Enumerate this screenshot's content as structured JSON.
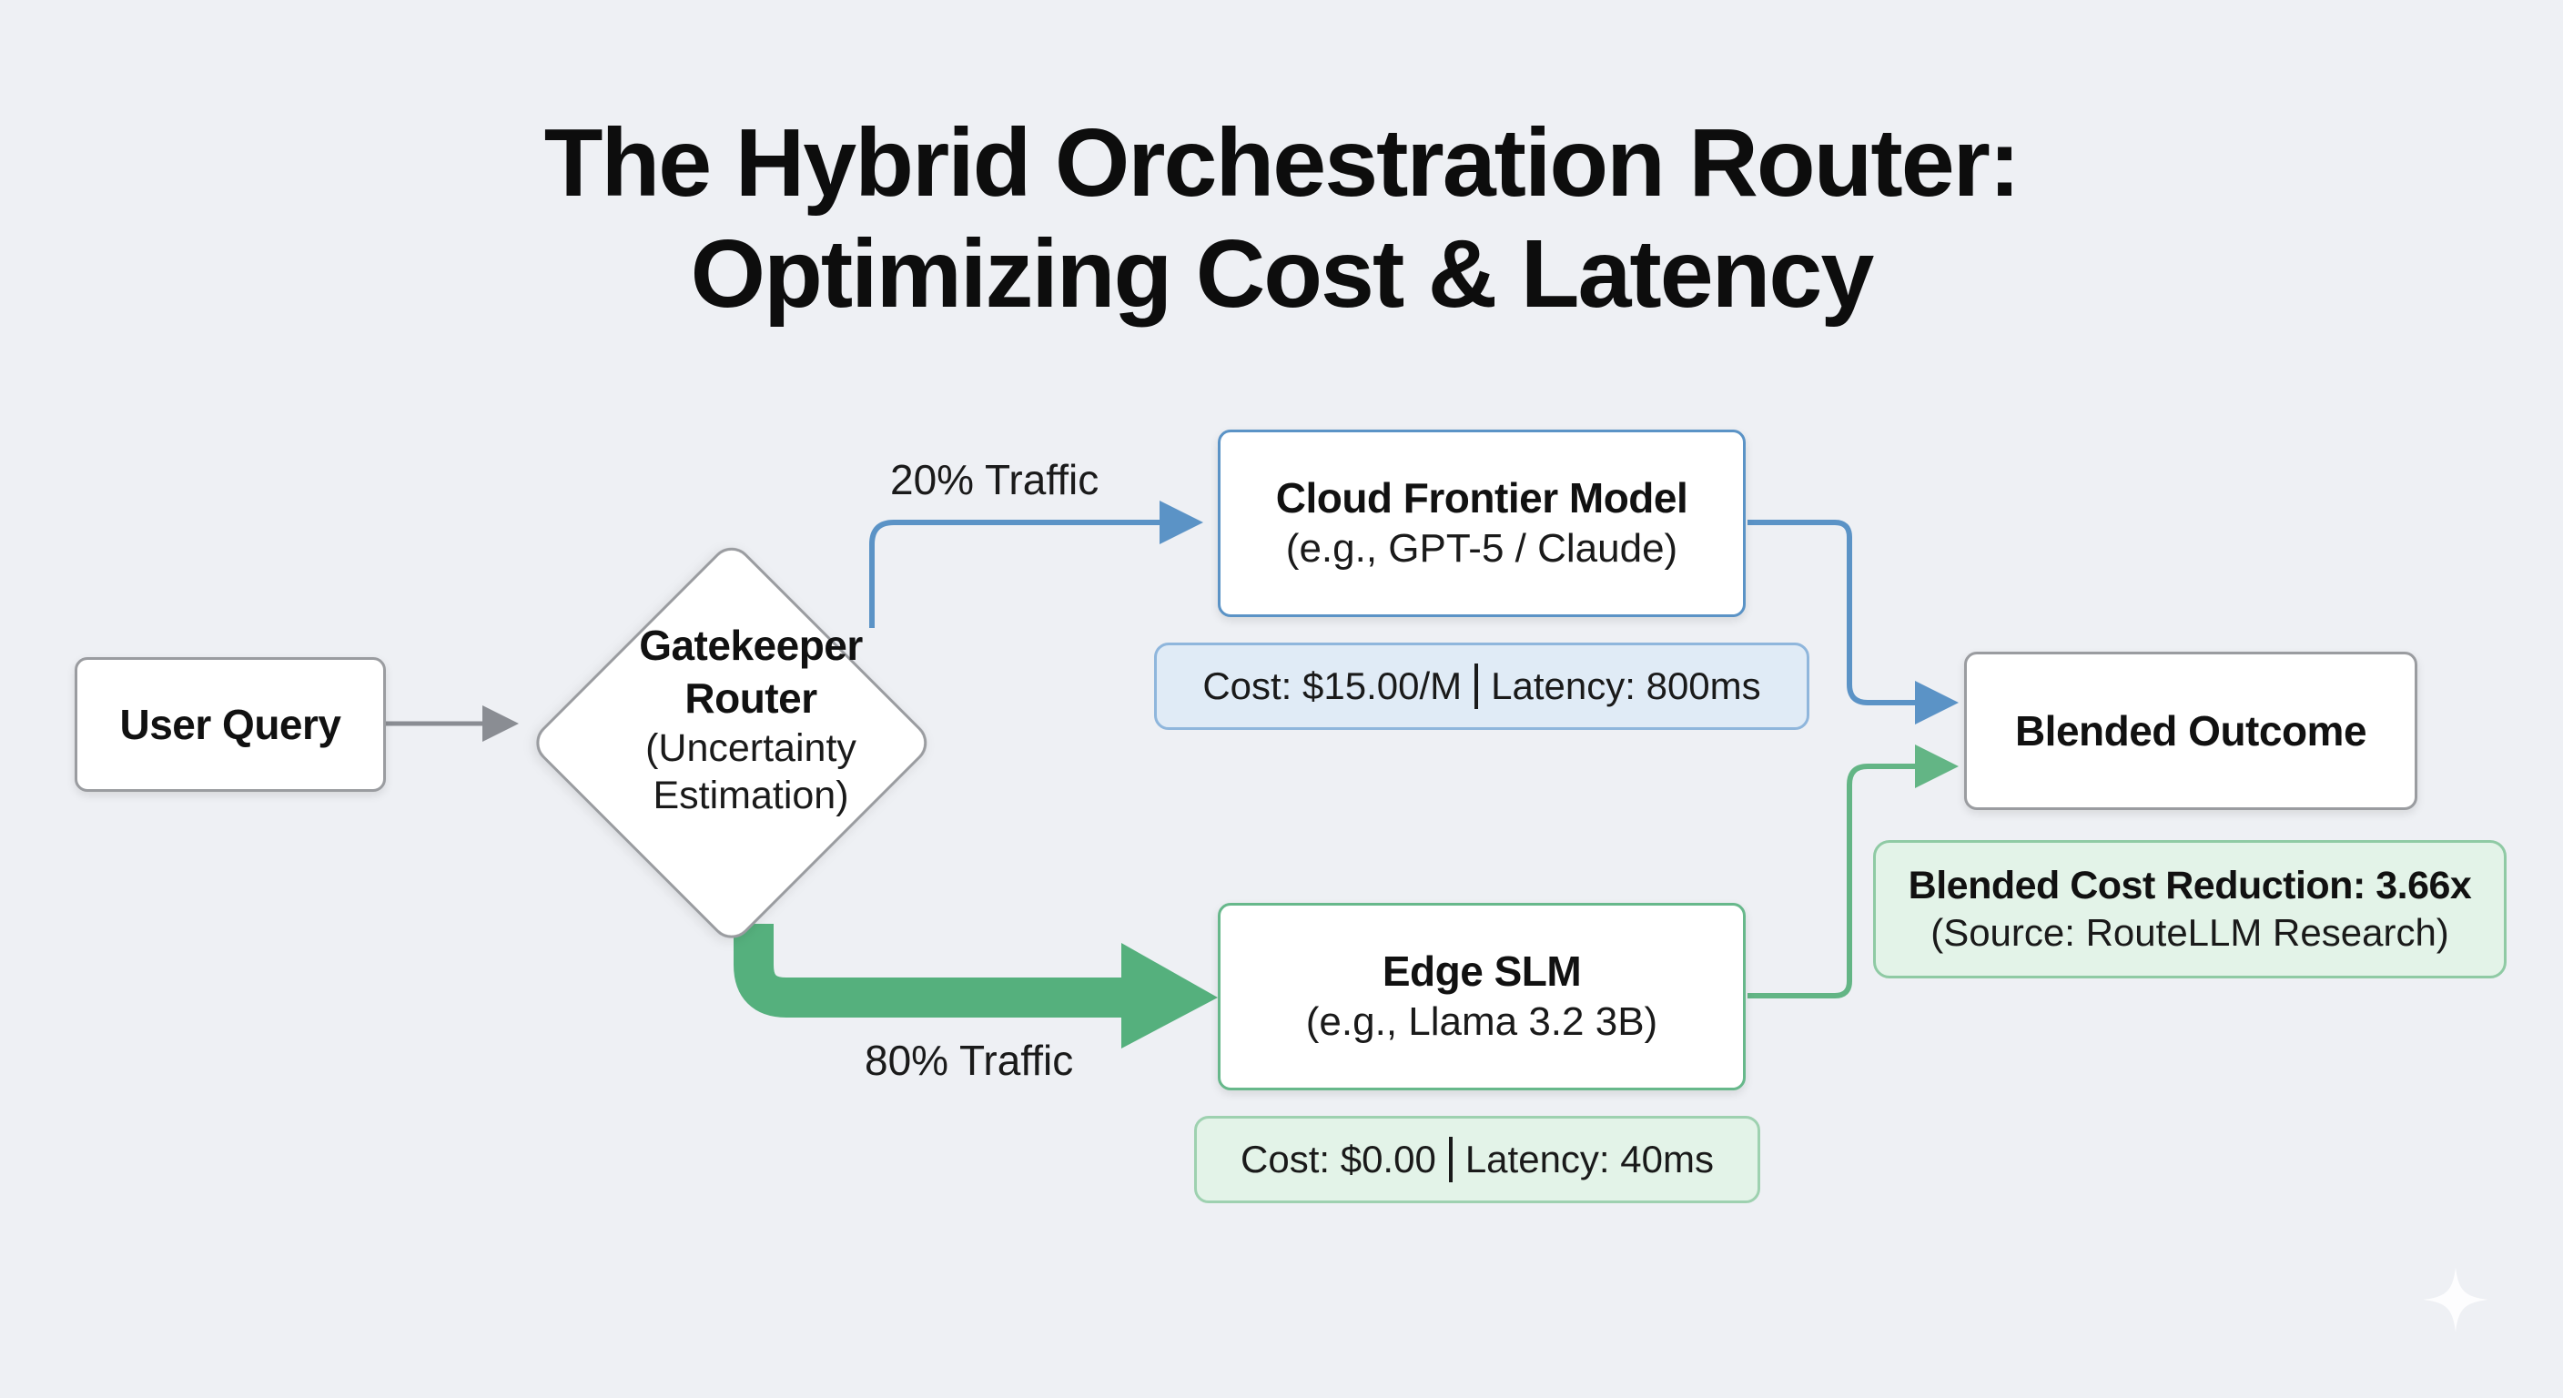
{
  "title": {
    "line1": "The Hybrid Orchestration Router:",
    "line2": "Optimizing Cost & Latency"
  },
  "nodes": {
    "user_query": "User Query",
    "router": {
      "title_line1": "Gatekeeper",
      "title_line2": "Router",
      "sub_line1": "(Uncertainty",
      "sub_line2": "Estimation)"
    },
    "cloud": {
      "title": "Cloud Frontier Model",
      "subtitle": "(e.g., GPT-5 / Claude)"
    },
    "edge": {
      "title": "Edge SLM",
      "subtitle": "(e.g., Llama 3.2 3B)"
    },
    "outcome": "Blended Outcome"
  },
  "edges": {
    "cloud_traffic": "20% Traffic",
    "edge_traffic": "80% Traffic"
  },
  "metrics": {
    "cloud": {
      "cost": "Cost: $15.00/M",
      "latency": "Latency: 800ms"
    },
    "edge": {
      "cost": "Cost: $0.00",
      "latency": "Latency: 40ms"
    }
  },
  "reduction": {
    "headline": "Blended Cost Reduction: 3.66x",
    "source": "(Source: RouteLLM Research)"
  },
  "colors": {
    "background": "#eef0f4",
    "cloud_blue": "#5b93c6",
    "edge_green": "#55b07d",
    "neutral_arrow": "#8a8d93"
  },
  "icons": {
    "corner": "sparkle-icon"
  }
}
